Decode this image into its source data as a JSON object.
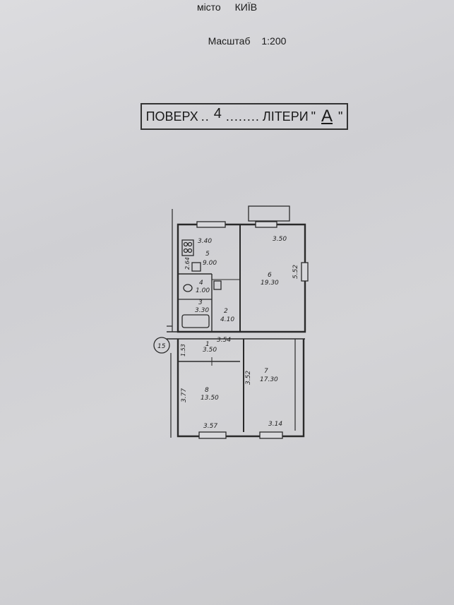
{
  "header": {
    "city_label": "місто",
    "city_name": "КИЇВ",
    "scale_label": "Масштаб",
    "scale_value": "1:200"
  },
  "floor_box": {
    "floor_label": "ПОВЕРХ",
    "floor_dots_left": "..",
    "floor_number": "4",
    "floor_dots_right": "........",
    "letter_label": "ЛІТЕРИ",
    "quote_open": "\"",
    "letter_value": "А",
    "quote_close": "\""
  },
  "plan": {
    "staircase_number": "15",
    "rooms": [
      {
        "number": "5",
        "area": "9.00"
      },
      {
        "number": "4",
        "area": "1.00"
      },
      {
        "number": "3",
        "area": "3.30"
      },
      {
        "number": "2",
        "area": "4.10"
      },
      {
        "number": "6",
        "area": "19.30"
      },
      {
        "number": "1",
        "area": "3.50"
      },
      {
        "number": "8",
        "area": "13.50"
      },
      {
        "number": "7",
        "area": "17.30"
      }
    ],
    "dimensions": {
      "kitchen_top": "3.40",
      "kitchen_side": "2.64",
      "room6_top": "3.50",
      "room6_side": "5.52",
      "hall_top": "3.54",
      "hall_side": "1.53",
      "room8_side": "3.77",
      "room8_bottom": "3.57",
      "room7_side": "3.52",
      "room7_bottom": "3.14"
    }
  }
}
